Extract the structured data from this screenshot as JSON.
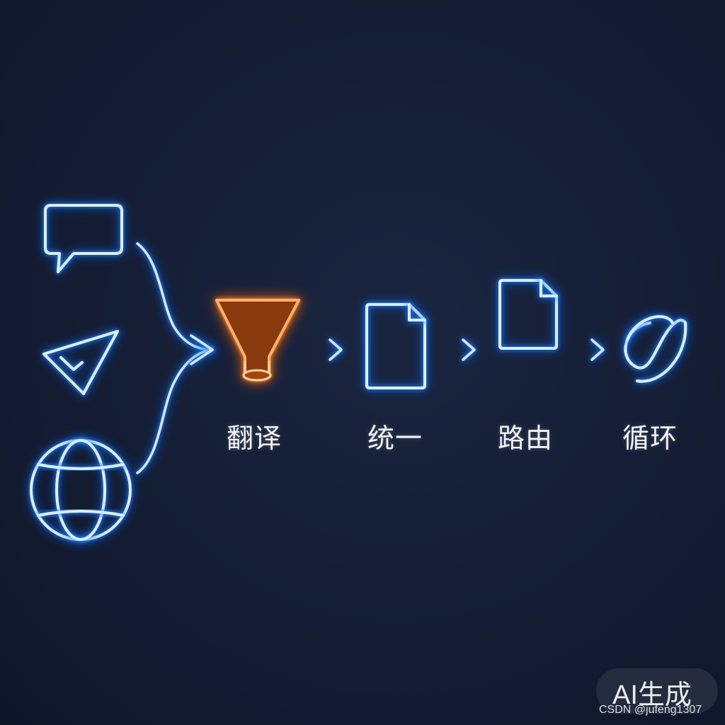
{
  "colors": {
    "background": "#141d33",
    "neon_blue": "#d8f0ff",
    "neon_orange": "#ff7a1a",
    "label_text": "#f2f4f8"
  },
  "sources": [
    {
      "icon": "chat-bubble-icon"
    },
    {
      "icon": "paper-plane-icon"
    },
    {
      "icon": "globe-icon"
    }
  ],
  "steps": [
    {
      "icon": "funnel-icon",
      "label": "翻译"
    },
    {
      "icon": "document-icon",
      "label": "统一"
    },
    {
      "icon": "routed-document-icon",
      "label": "路由"
    },
    {
      "icon": "cycle-icon",
      "label": "循环"
    }
  ],
  "badge": {
    "title": "AI生成",
    "subtitle": "CSDN @jufeng1307"
  }
}
